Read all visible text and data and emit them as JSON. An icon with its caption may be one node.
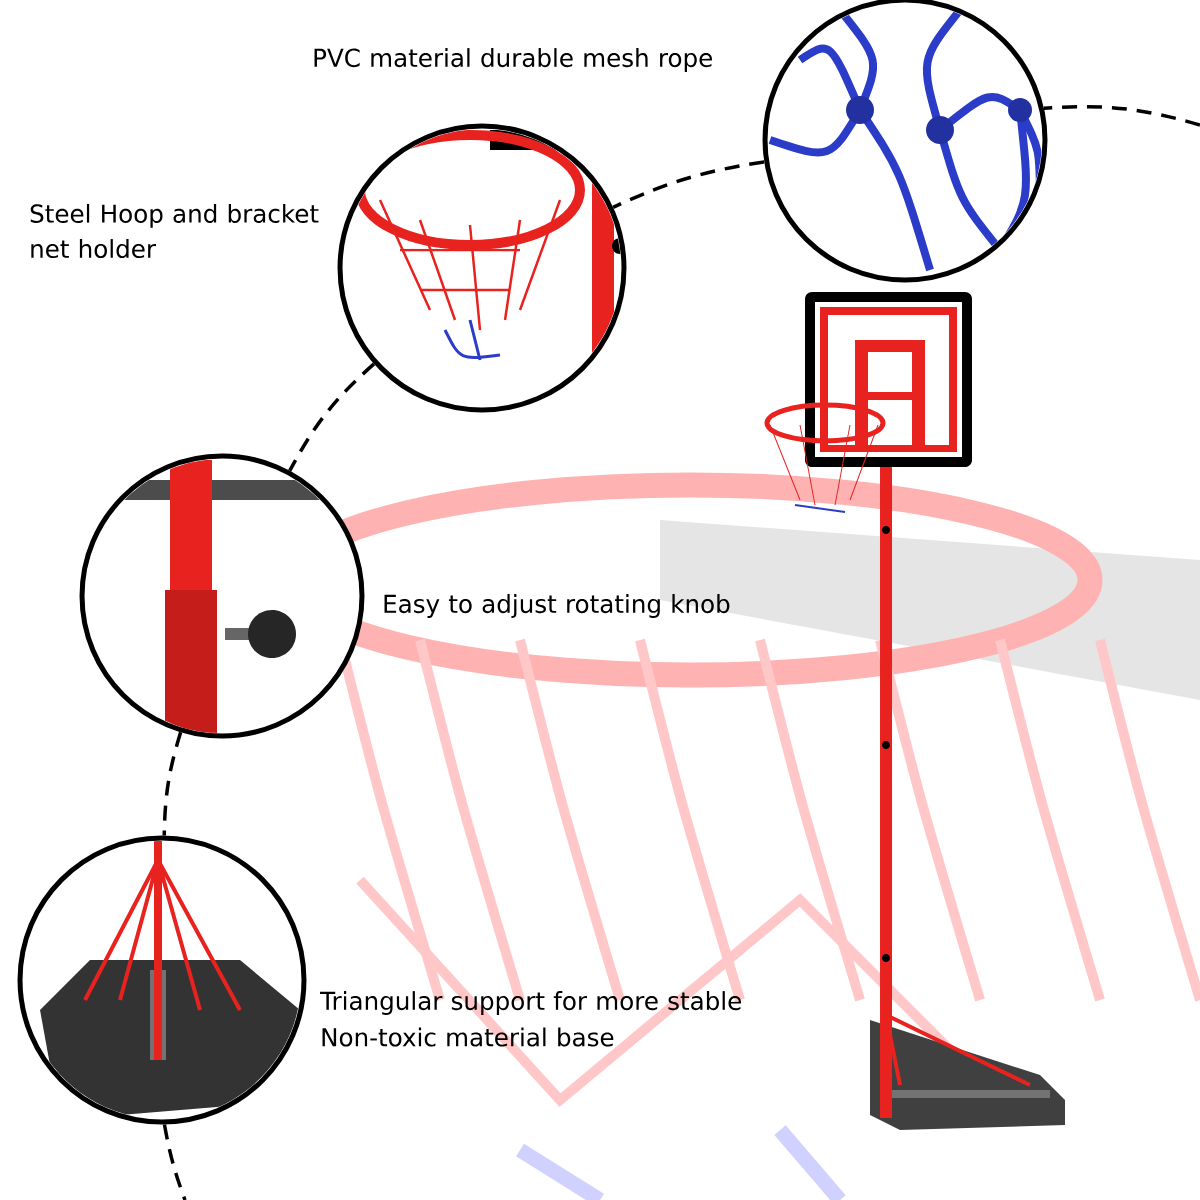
{
  "diagram": {
    "nodes": [
      {
        "text": [],
        "shape": "picture",
        "beside": [
          "PVC material durable mesh rope"
        ]
      },
      {
        "text": [],
        "shape": "picture",
        "beside": [
          "Steel Hoop and bracket net holder"
        ]
      },
      {
        "text": [],
        "shape": "picture",
        "beside": [
          "Easy to adjust rotating knob"
        ]
      },
      {
        "text": [],
        "shape": "picture",
        "beside": [
          "Triangular support for more stable",
          "Non-toxic material base"
        ]
      }
    ],
    "edges": [
      {
        "from": null,
        "to": 0,
        "arrow": "none",
        "style": "dashed"
      },
      {
        "from": 0,
        "to": 1,
        "arrow": "none",
        "style": "dashed"
      },
      {
        "from": 1,
        "to": 2,
        "arrow": "none",
        "style": "dashed"
      },
      {
        "from": 2,
        "to": 3,
        "arrow": "none",
        "style": "dashed"
      },
      {
        "from": 3,
        "to": null,
        "arrow": "none",
        "style": "dashed"
      }
    ]
  }
}
